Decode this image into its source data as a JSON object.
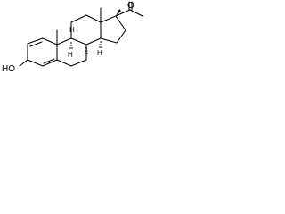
{
  "molecule": {
    "atom_labels": {
      "hydroxyl": "HO",
      "carbonyl_oxygen": "O",
      "stereo_h_upper": "H",
      "stereo_h_lower_left": "H",
      "stereo_h_lower_right": "H"
    },
    "colors": {
      "ink": "#000000",
      "background": "#ffffff"
    }
  }
}
